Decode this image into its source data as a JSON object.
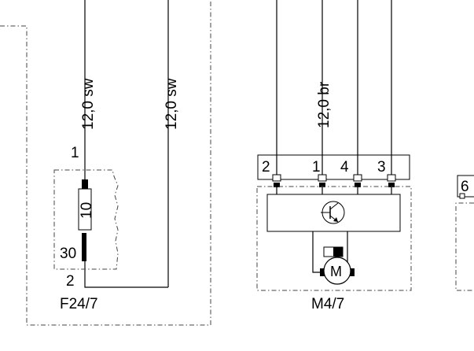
{
  "wires": {
    "w1": "12,0 sw",
    "w2": "12,0 sw",
    "w3": "12,0 br"
  },
  "fuse": {
    "pin_top": "1",
    "pin_bottom": "2",
    "rating": "10",
    "label_30": "30",
    "designator": "F24/7"
  },
  "motor": {
    "pins": [
      "2",
      "1",
      "4",
      "3"
    ],
    "symbol": "M",
    "designator": "M4/7"
  },
  "right_edge": {
    "pin": "6"
  }
}
